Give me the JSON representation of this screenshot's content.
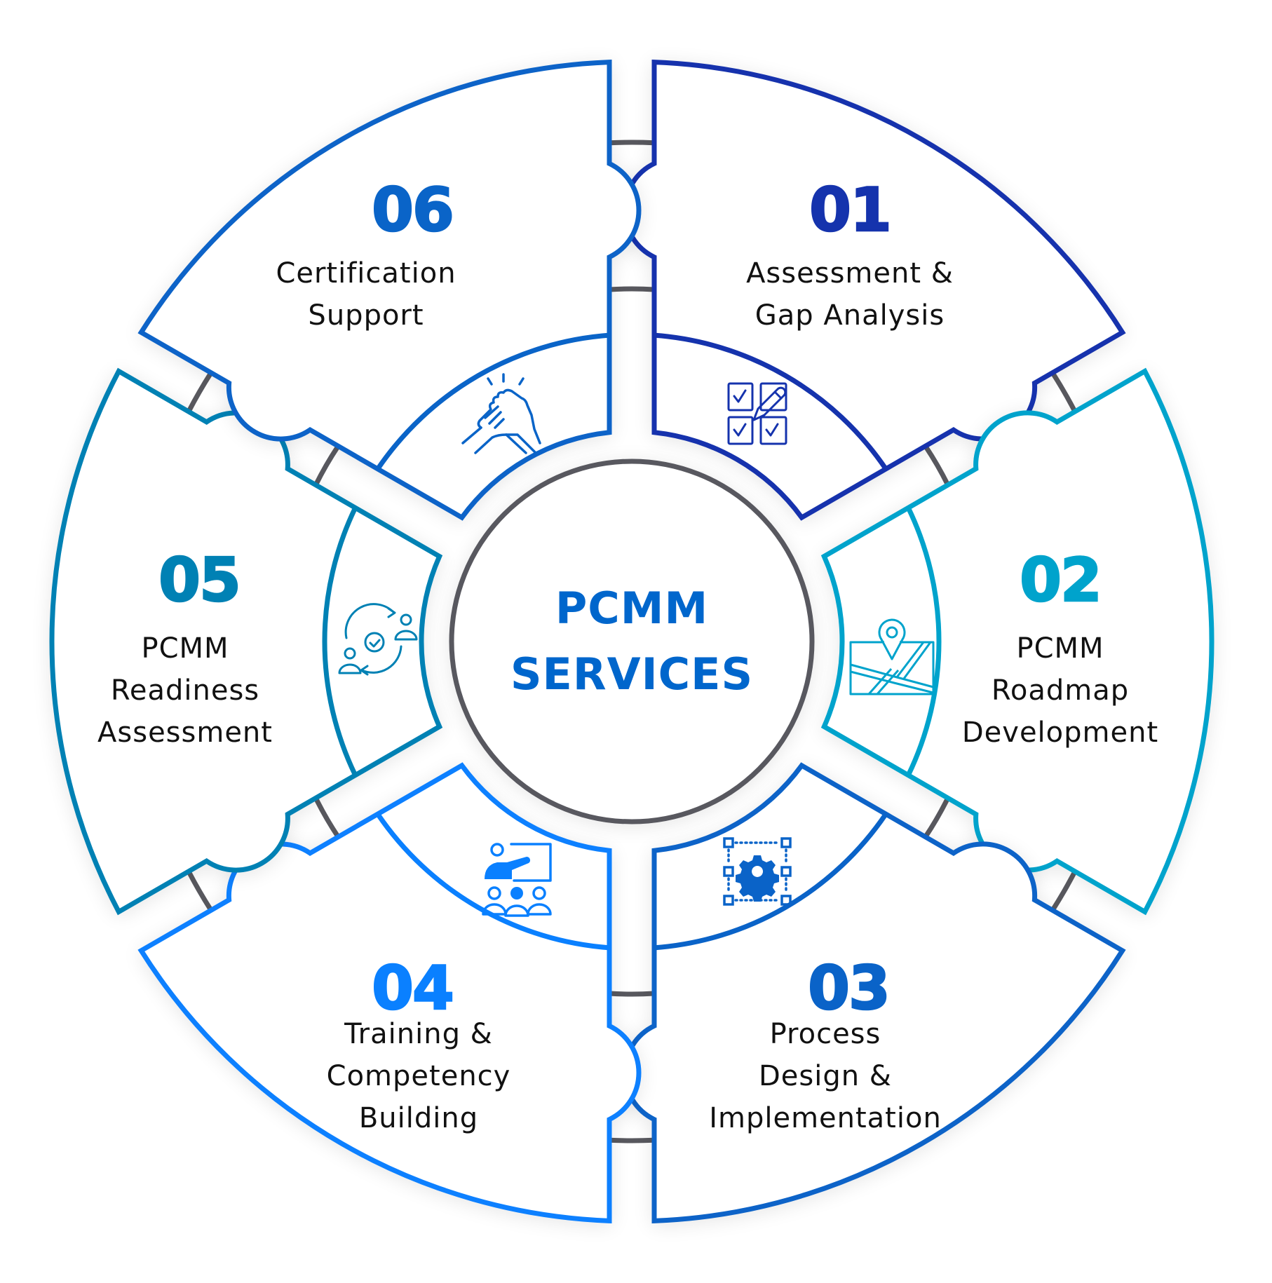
{
  "title": {
    "line1": "PCMM",
    "line2": "SERVICES",
    "color": "#0066cc"
  },
  "connector_color": "#58585e",
  "hub_color": "#58585e",
  "segments": [
    {
      "number": "01",
      "label_lines": [
        "Assessment &",
        "Gap Analysis"
      ],
      "color": "#1533ad",
      "icon": "checklist-pencil-icon"
    },
    {
      "number": "02",
      "label_lines": [
        "PCMM",
        "Roadmap",
        "Development"
      ],
      "color": "#00a3cc",
      "icon": "map-pin-icon"
    },
    {
      "number": "03",
      "label_lines": [
        "Process",
        "Design &",
        "Implementation"
      ],
      "color": "#0a63c8",
      "icon": "gear-selection-icon"
    },
    {
      "number": "04",
      "label_lines": [
        "Training &",
        "Competency",
        "Building"
      ],
      "color": "#0a80ff",
      "icon": "trainer-audience-icon"
    },
    {
      "number": "05",
      "label_lines": [
        "PCMM",
        "Readiness",
        "Assessment"
      ],
      "color": "#0081b4",
      "icon": "people-cycle-check-icon"
    },
    {
      "number": "06",
      "label_lines": [
        "Certification",
        "Support"
      ],
      "color": "#0a64c8",
      "icon": "handshake-icon"
    }
  ]
}
